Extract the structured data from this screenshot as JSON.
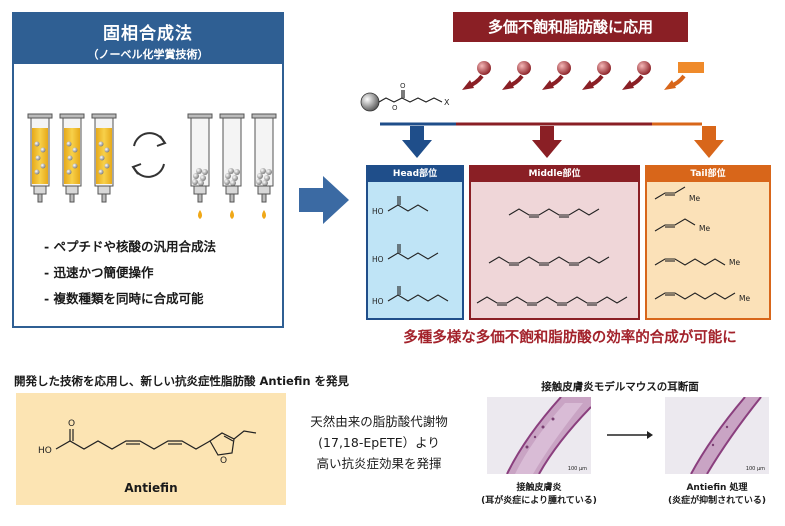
{
  "solid_phase": {
    "title": "固相合成法",
    "subtitle": "（ノーベル化学賞技術）",
    "bullets": [
      "- ペプチドや核酸の汎用合成法",
      "- 迅速かつ簡便操作",
      "- 複数種類を同時に合成可能"
    ]
  },
  "pufa": {
    "banner": "多価不飽和脂肪酸に応用",
    "resin_label": "X",
    "head_label": "Head部位",
    "middle_label": "Middle部位",
    "tail_label": "Tail部位",
    "ho_label": "HO",
    "me_label": "Me",
    "result": "多種多様な多価不飽和脂肪酸の効率的合成が可能に"
  },
  "bottom": {
    "heading": "開発した技術を応用し、新しい抗炎症性脂肪酸 Antiefin を発見",
    "compound_name": "Antiefin",
    "ho_label": "HO",
    "o_label": "O",
    "desc_line1": "天然由来の脂肪酸代謝物",
    "desc_line2": "(17,18-EpETE）より",
    "desc_line3": "高い抗炎症効果を発揮",
    "micro_title": "接触皮膚炎モデルマウスの耳断面",
    "left_caption_1": "接触皮膚炎",
    "left_caption_2": "(耳が炎症により腫れている)",
    "right_caption_1": "Antiefin 処理",
    "right_caption_2": "(炎症が抑制されている)",
    "scale": "100 µm"
  },
  "colors": {
    "blue": "#2f5f93",
    "dark_red": "#8a1f25",
    "orange": "#d8661a",
    "gold": "#f2b81c"
  }
}
